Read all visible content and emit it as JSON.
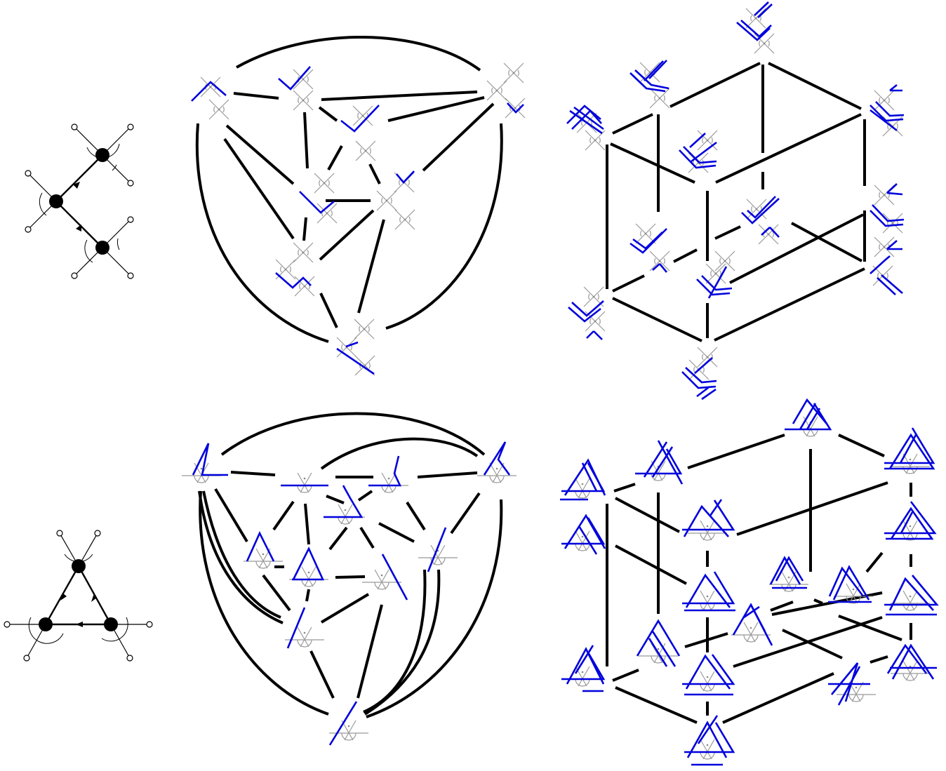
{
  "figure": {
    "panels": [
      {
        "id": "path-graph",
        "kind": "small directed graph",
        "node_count": 3,
        "edges": [
          [
            1,
            0
          ],
          [
            1,
            2
          ]
        ]
      },
      {
        "id": "path-complex-round",
        "kind": "gadget complex (round layout)",
        "gadget_color": "#0000dd"
      },
      {
        "id": "path-complex-cube",
        "kind": "gadget complex (cube layout)",
        "gadget_color": "#0000dd"
      },
      {
        "id": "triangle-graph",
        "kind": "small directed graph",
        "node_count": 3,
        "edges": [
          [
            0,
            1
          ],
          [
            1,
            2
          ],
          [
            2,
            0
          ]
        ]
      },
      {
        "id": "triangle-complex-round",
        "kind": "gadget complex (round layout)",
        "gadget_color": "#0000dd"
      },
      {
        "id": "triangle-complex-cube",
        "kind": "gadget complex (cube layout)",
        "gadget_color": "#0000dd"
      }
    ],
    "colors": {
      "edge": "#000000",
      "gadget": "#0000dd",
      "gadget_guide": "#999999"
    }
  }
}
